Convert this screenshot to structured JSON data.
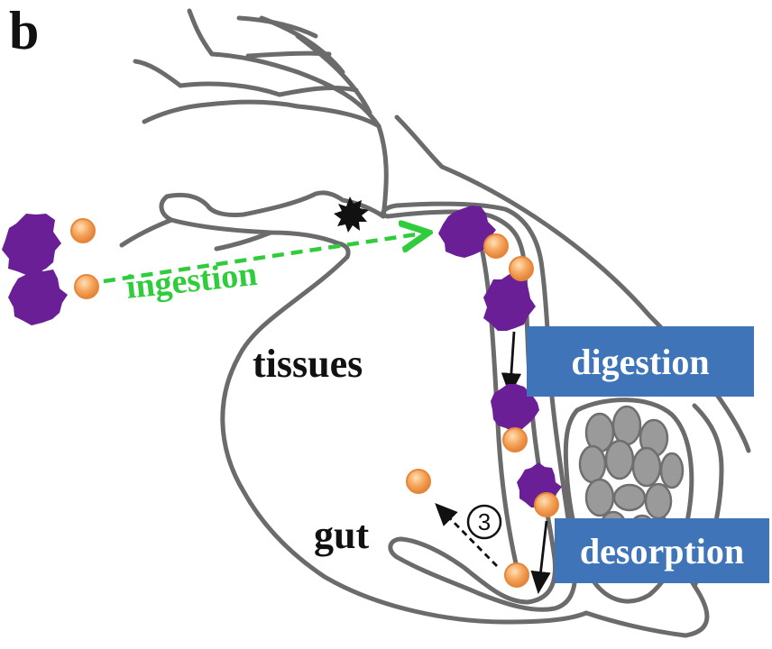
{
  "panel_label": "b",
  "labels": {
    "ingestion": "ingestion",
    "tissues": "tissues",
    "gut": "gut",
    "digestion": "digestion",
    "desorption": "desorption",
    "step": "3"
  },
  "colors": {
    "outline": "#6b6b6b",
    "ingestion_arrow": "#2fcc3c",
    "digestion_box": "#3f74b8",
    "desorption_box": "#3f74b8",
    "particle_purple": "#6a1f96",
    "bead_orange": "#f6a45a",
    "eye_black": "#111111",
    "egg_gray": "#9a9a9a"
  },
  "icons": {
    "food_particle": "purple-spiky-particle-icon",
    "bead": "orange-bead-icon",
    "eye": "black-eye-icon",
    "eggs": "egg-cluster-icon"
  }
}
